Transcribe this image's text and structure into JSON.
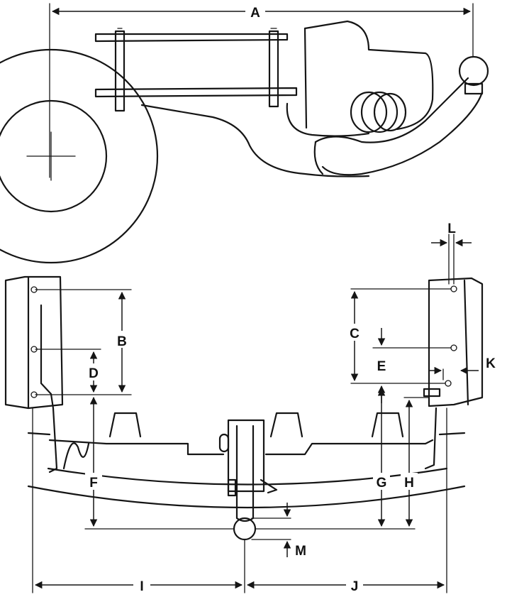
{
  "dimension_labels": {
    "A": "A",
    "B": "B",
    "C": "C",
    "D": "D",
    "E": "E",
    "F": "F",
    "G": "G",
    "H": "H",
    "I": "I",
    "J": "J",
    "K": "K",
    "L": "L",
    "M": "M"
  },
  "colors": {
    "ink": "#151515",
    "paper": "#ffffff"
  }
}
